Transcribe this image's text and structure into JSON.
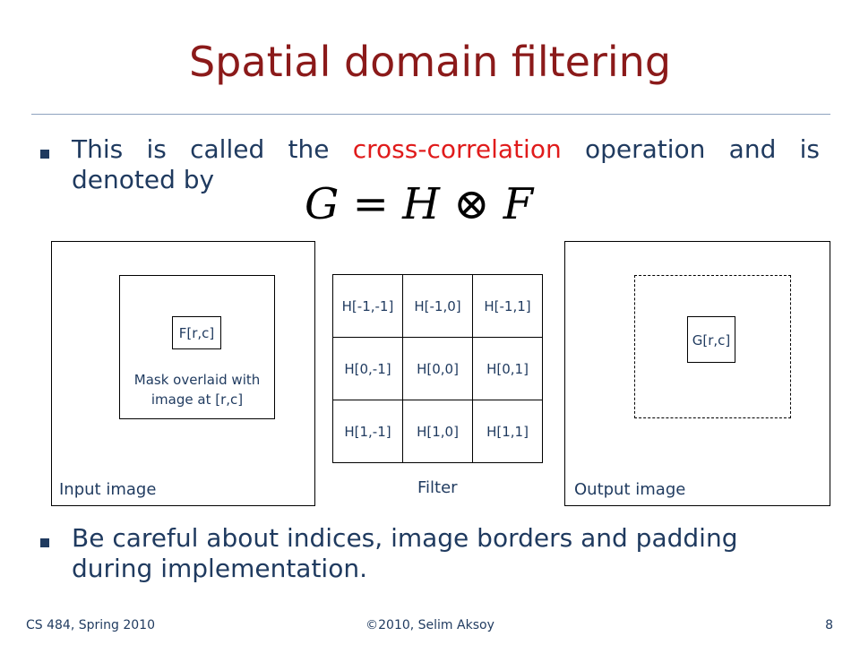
{
  "slide": {
    "title": "Spatial domain filtering",
    "bullet1": {
      "before": "This is called the ",
      "highlight": "cross-correlation",
      "after": " operation and is denoted by"
    },
    "formula": {
      "lhs": "G",
      "equals": "=",
      "h": "H",
      "op": "⊗",
      "f": "F"
    },
    "diagram": {
      "input": {
        "label": "Input image",
        "pixel": "F[r,c]",
        "mask_caption_line1": "Mask overlaid with",
        "mask_caption_line2": "image at [r,c]"
      },
      "filter": {
        "label": "Filter",
        "cells": [
          [
            "H[-1,-1]",
            "H[-1,0]",
            "H[-1,1]"
          ],
          [
            "H[0,-1]",
            "H[0,0]",
            "H[0,1]"
          ],
          [
            "H[1,-1]",
            "H[1,0]",
            "H[1,1]"
          ]
        ]
      },
      "output": {
        "label": "Output image",
        "pixel": "G[r,c]"
      }
    },
    "bullet2": "Be careful about indices, image borders and padding during implementation.",
    "footer": {
      "left": "CS 484, Spring 2010",
      "center": "©2010, Selim Aksoy",
      "page": "8"
    },
    "colors": {
      "title": "#8b1a1a",
      "text": "#1f3a5f",
      "highlight": "#e01b1b",
      "rule": "#8ea3bf"
    }
  }
}
